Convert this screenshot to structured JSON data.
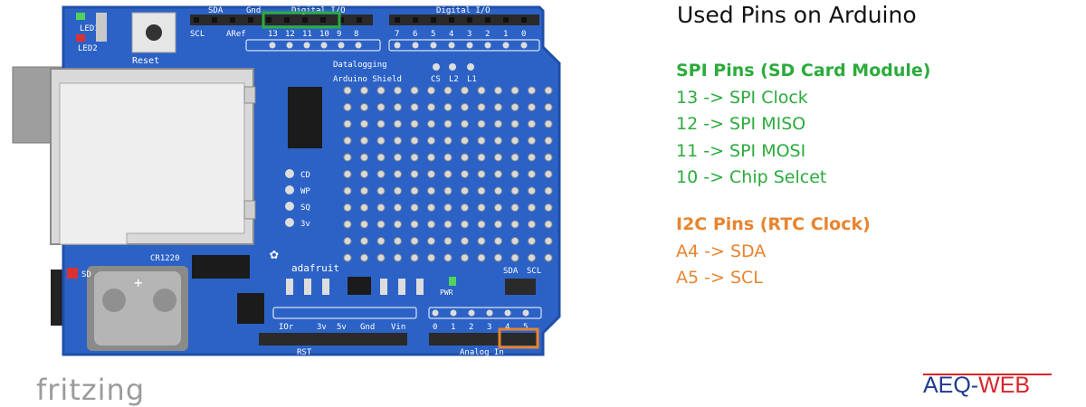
{
  "info": {
    "title": "Used Pins on Arduino",
    "spi": {
      "heading": "SPI Pins (SD Card Module)",
      "lines": [
        "13 -> SPI Clock",
        "12 -> SPI MISO",
        "11 -> SPI MOSI",
        "10 -> Chip Selcet"
      ]
    },
    "i2c": {
      "heading": "I2C Pins (RTC Clock)",
      "lines": [
        "A4 -> SDA",
        "A5 -> SCL"
      ]
    }
  },
  "board": {
    "colors": {
      "pcb": "#2c62c6",
      "pcb_edge": "#1f4fa8",
      "silk": "#ffffff",
      "spi_highlight": "#2bab3c",
      "i2c_highlight": "#e8842f",
      "header": "#2a2a2a"
    },
    "labels": {
      "led1": "LED1",
      "led2": "LED2",
      "reset": "Reset",
      "sda": "SDA",
      "gnd": "Gnd",
      "digital_io_left": "Digital I/O",
      "digital_io_right": "Digital I/O",
      "scl": "SCL",
      "aref": "ARef",
      "datalogging": "Datalogging",
      "shield": "Arduino Shield",
      "cs": "CS",
      "l2": "L2",
      "l1": "L1",
      "cd": "CD",
      "wp": "WP",
      "sq": "SQ",
      "v3": "3v",
      "cr1220": "CR1220",
      "sd": "SD",
      "adafruit": "adafruit",
      "pwr": "PWR",
      "sda2": "SDA",
      "scl2": "SCL",
      "ior": "IOr",
      "p3v": "3v",
      "p5v": "5v",
      "pgnd": "Gnd",
      "vin": "Vin",
      "rst": "RST",
      "analog_in": "Analog In"
    },
    "digital_left": [
      "13",
      "12",
      "11",
      "10",
      "9",
      "8"
    ],
    "digital_right": [
      "7",
      "6",
      "5",
      "4",
      "3",
      "2",
      "1",
      "0"
    ],
    "analog": [
      "0",
      "1",
      "2",
      "3",
      "4",
      "5"
    ]
  },
  "footer": {
    "fritzing": "fritzing",
    "aeq": "AEQ-",
    "web": "WEB"
  }
}
